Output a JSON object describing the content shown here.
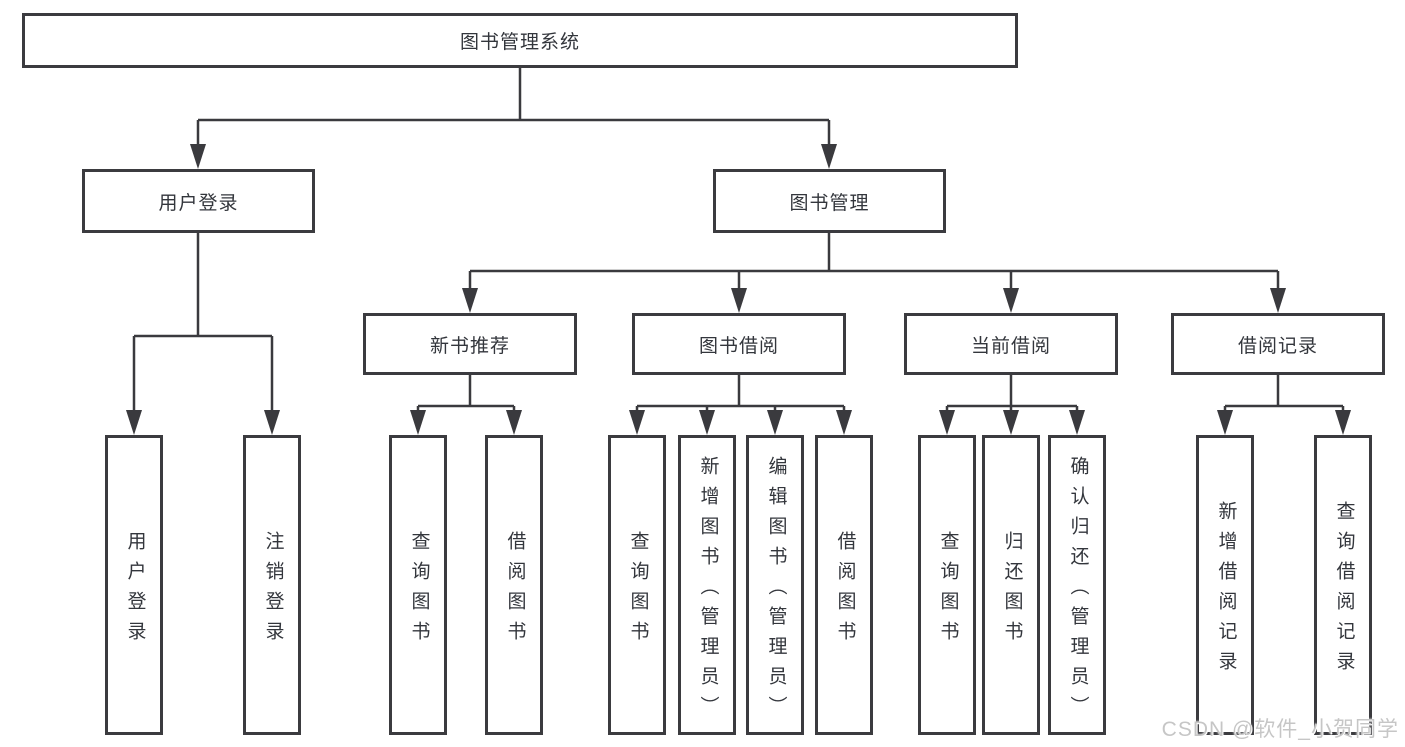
{
  "colors": {
    "line": "#3a3a3e",
    "box_border": "#3b3b3f",
    "box_fill": "#ffffff",
    "text": "#33363c",
    "watermark": "#c6c6c6"
  },
  "tree": {
    "label": "图书管理系统",
    "children": [
      {
        "label": "用户登录",
        "children": [
          {
            "label": "用户登录"
          },
          {
            "label": "注销登录"
          }
        ]
      },
      {
        "label": "图书管理",
        "children": [
          {
            "label": "新书推荐",
            "children": [
              {
                "label": "查询图书"
              },
              {
                "label": "借阅图书"
              }
            ]
          },
          {
            "label": "图书借阅",
            "children": [
              {
                "label": "查询图书"
              },
              {
                "label": "新增图书（管理员）"
              },
              {
                "label": "编辑图书（管理员）"
              },
              {
                "label": "借阅图书"
              }
            ]
          },
          {
            "label": "当前借阅",
            "children": [
              {
                "label": "查询图书"
              },
              {
                "label": "归还图书"
              },
              {
                "label": "确认归还（管理员）"
              }
            ]
          },
          {
            "label": "借阅记录",
            "children": [
              {
                "label": "新增借阅记录"
              },
              {
                "label": "查询借阅记录"
              }
            ]
          }
        ]
      }
    ]
  },
  "watermark": {
    "text": "CSDN @软件_小贺同学"
  }
}
